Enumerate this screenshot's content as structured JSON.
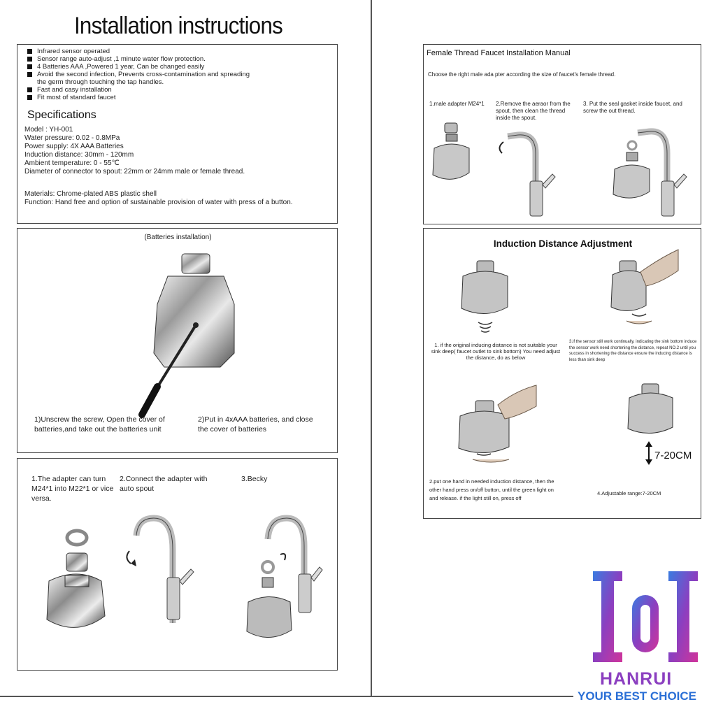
{
  "title": "Installation instructions",
  "features": [
    "Infrared sensor operated",
    "Sensor range auto-adjust ,1 minute water flow protection.",
    "4 Batteries  AAA ,Powered 1 year,   Can be changed easily",
    "Avoid the second infection, Prevents cross-contamination and spreading",
    "the germ through touching the tap handles.",
    "Fast and casy installation",
    "Fit most of standard faucet"
  ],
  "specifications": {
    "heading": "Specifications",
    "lines": [
      "Model : YH-001",
      "Water pressure: 0.02  -  0.8MPa",
      "Power supply:   4X AAA Batteries",
      "Induction distance: 30mm  -  120mm",
      "Ambient temperature: 0  -  55℃",
      "Diameter of connector to spout: 22mm or 24mm male or female thread."
    ],
    "materials": "Materials: Chrome-plated ABS plastic shell",
    "function": "Function: Hand free and option of sustainable provision of water with press of a button."
  },
  "batteries": {
    "heading": "(Batteries installation)",
    "step1": "1)Unscrew the screw, Open the cover of batteries,and take out the batteries unit",
    "step2": "2)Put in 4xAAA batteries, and close the cover of batteries"
  },
  "adapter_steps": {
    "step1": "1.The adapter can turn M24*1 into M22*1 or vice versa.",
    "step2": "2.Connect the adapter with auto spout",
    "step3": "3.Becky"
  },
  "female_thread": {
    "heading": "Female Thread Faucet Installation Manual",
    "intro": "Choose the right male ada pter according the size of faucet's female thread.",
    "step1": "1.male adapter M24*1",
    "step2": "2.Remove the aeraor from the spout, then clean the thread inside the spout.",
    "step3": "3. Put the seal gasket inside faucet, and screw the out thread."
  },
  "induction": {
    "heading": "Induction Distance Adjustment",
    "step1": "1. if the original inducing distance is not suitable your sink deep( faucet outlet to sink bottom) You need adjust the distance, do as below",
    "step2": "2.put one hand in needed induction distance, then the other hand press on/off button, until the green light on and release. if the light still on, press off",
    "step3": "3.if the sensor still work continually, indicating the sink bottom induce the sensor work need shortening the distance, repeat NO.2 until you success in shortening the distance ensure the inducing distance is less than sink deep",
    "step4": "4.Adjustable range:7-20CM",
    "range_label": "7-20CM"
  },
  "logo": {
    "brand": "HANRUI",
    "tagline": "YOUR BEST CHOICE",
    "brand_color": "#8b3fc0",
    "tagline_color": "#2a6fd6"
  }
}
